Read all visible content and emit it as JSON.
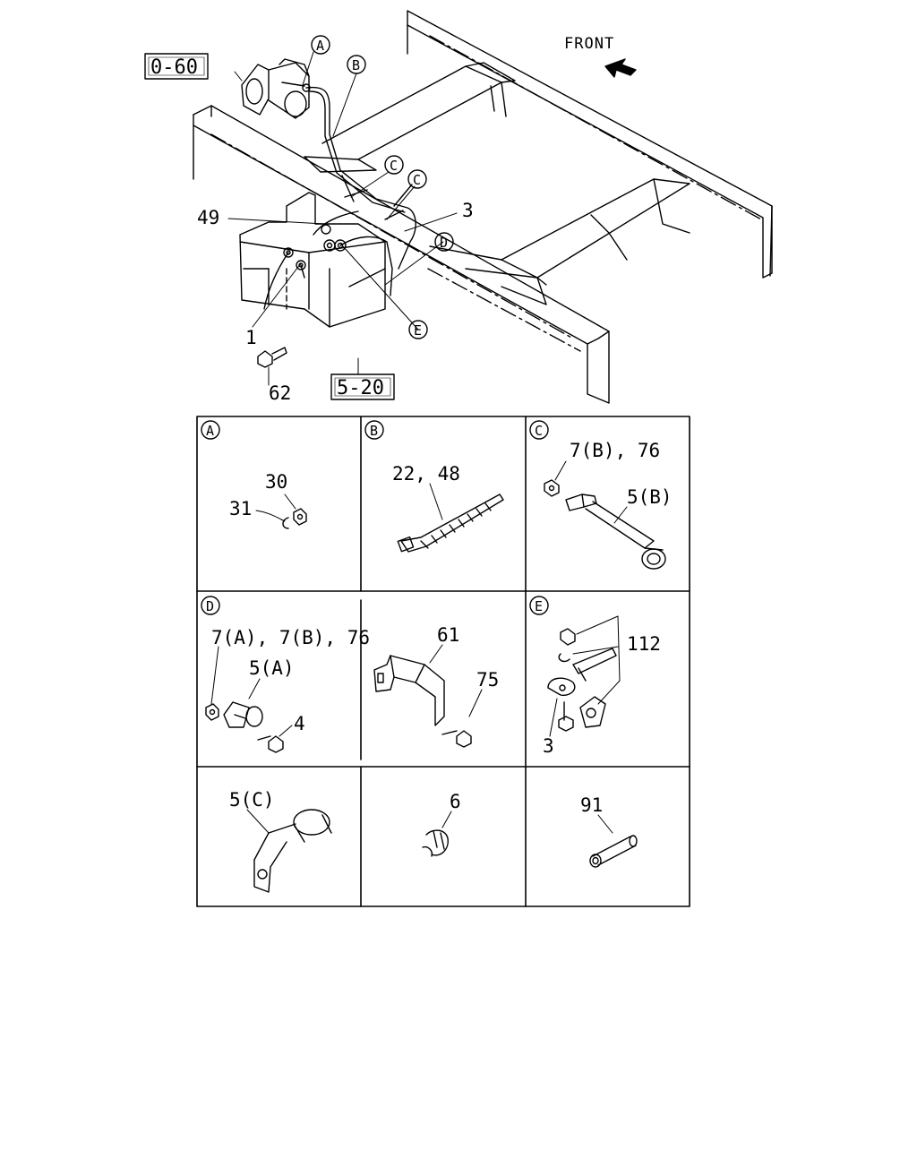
{
  "diagram": {
    "front_label": "FRONT",
    "refs": {
      "r060": "0-60",
      "r520": "5-20"
    },
    "callouts": {
      "a": "A",
      "b": "B",
      "c1": "C",
      "c2": "C",
      "d": "D",
      "e": "E"
    },
    "main_labels": {
      "p49": "49",
      "p3": "3",
      "p1": "1",
      "p62": "62"
    },
    "panels": [
      {
        "key": "A",
        "letter": "A",
        "labels": [
          "30",
          "31"
        ]
      },
      {
        "key": "B",
        "letter": "B",
        "labels": [
          "22, 48"
        ]
      },
      {
        "key": "C",
        "letter": "C",
        "labels": [
          "7(B), 76",
          "5(B)"
        ]
      },
      {
        "key": "D",
        "letter": "D",
        "labels": [
          "7(A), 7(B), 76",
          "5(A)",
          "4"
        ]
      },
      {
        "key": "F",
        "letter": "",
        "labels": [
          "61",
          "75"
        ]
      },
      {
        "key": "E",
        "letter": "E",
        "labels": [
          "112",
          "3"
        ]
      },
      {
        "key": "G",
        "letter": "",
        "labels": [
          "5(C)"
        ]
      },
      {
        "key": "H",
        "letter": "",
        "labels": [
          "6"
        ]
      },
      {
        "key": "I",
        "letter": "",
        "labels": [
          "91"
        ]
      }
    ]
  }
}
